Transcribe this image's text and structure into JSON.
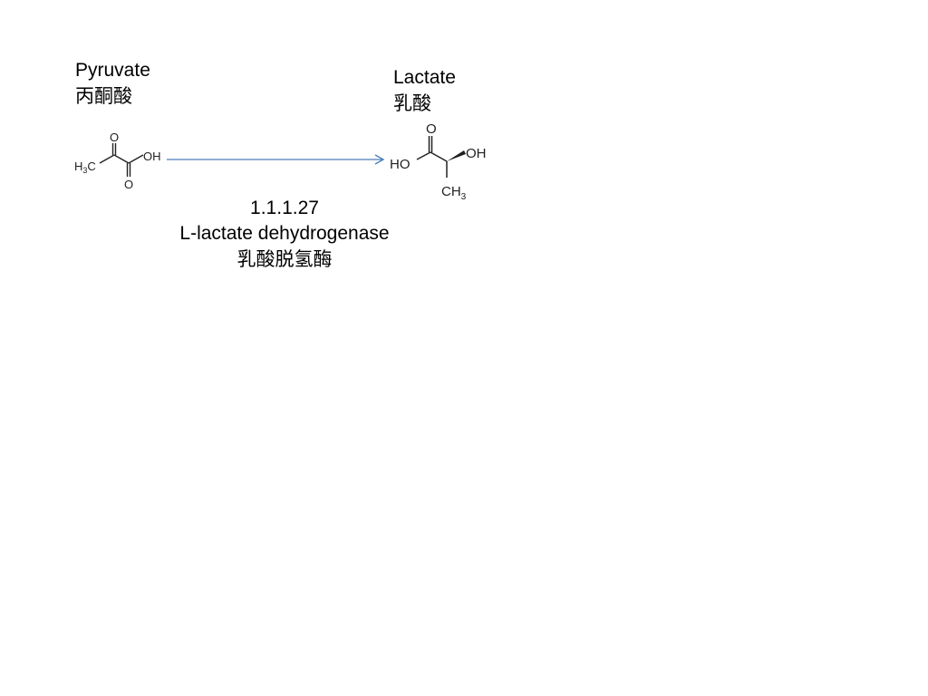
{
  "substrate": {
    "name_en": "Pyruvate",
    "name_zh": "丙酮酸",
    "structure": {
      "icon": "pyruvate-structure",
      "atom_labels": {
        "methyl_main": "H",
        "methyl_sub": "3",
        "methyl_tail": "C",
        "ketone_o": "O",
        "acid_o": "O",
        "hydroxyl": "OH"
      }
    }
  },
  "product": {
    "name_en": "Lactate",
    "name_zh": "乳酸",
    "structure": {
      "icon": "lactate-structure",
      "atom_labels": {
        "carbonyl_o": "O",
        "acid_ho": "HO",
        "alcohol_oh": "OH",
        "methyl_main": "CH",
        "methyl_sub": "3"
      }
    }
  },
  "enzyme": {
    "ec_number": "1.1.1.27",
    "name_en": "L-lactate dehydrogenase",
    "name_zh": "乳酸脱氢酶"
  },
  "arrow": {
    "icon": "reaction-arrow-icon",
    "color": "#4a7ebb"
  }
}
